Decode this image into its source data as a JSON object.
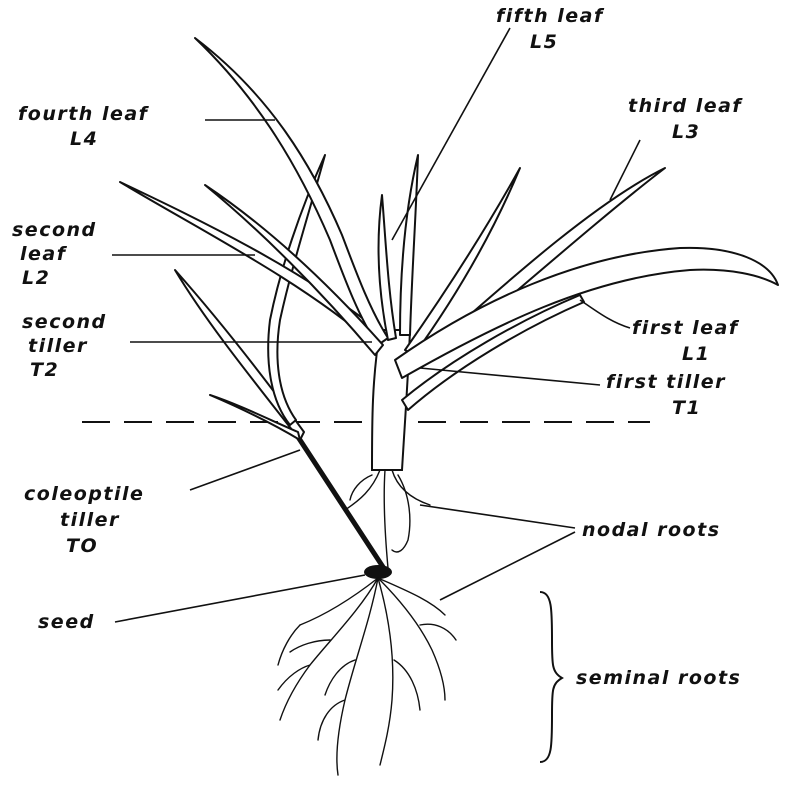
{
  "labels": {
    "fifth_leaf": "fifth leaf",
    "l5": "L5",
    "fourth_leaf": "fourth leaf",
    "l4": "L4",
    "third_leaf": "third leaf",
    "l3": "L3",
    "second_leaf_1": "second",
    "second_leaf_2": "leaf",
    "l2": "L2",
    "second_tiller_1": "second",
    "second_tiller_2": "tiller",
    "t2": "T2",
    "first_leaf": "first leaf",
    "l1": "L1",
    "first_tiller": "first tiller",
    "t1": "T1",
    "coleoptile_1": "coleoptile",
    "coleoptile_2": "tiller",
    "t0": "TO",
    "nodal_roots": "nodal roots",
    "seed": "seed",
    "seminal_roots": "seminal roots"
  }
}
